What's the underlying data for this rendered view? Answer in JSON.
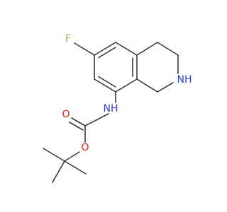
{
  "molecule": {
    "atoms": {
      "fluorine": "F",
      "ring_nh": "NH",
      "amide_nh": "NH",
      "carbonyl_oxygen": "O",
      "ester_oxygen": "O"
    }
  },
  "colors": {
    "bond": "#3a3a3a",
    "fluorine": "#8fb84d",
    "nitrogen": "#2f3fd6",
    "oxygen": "#e3211c"
  }
}
